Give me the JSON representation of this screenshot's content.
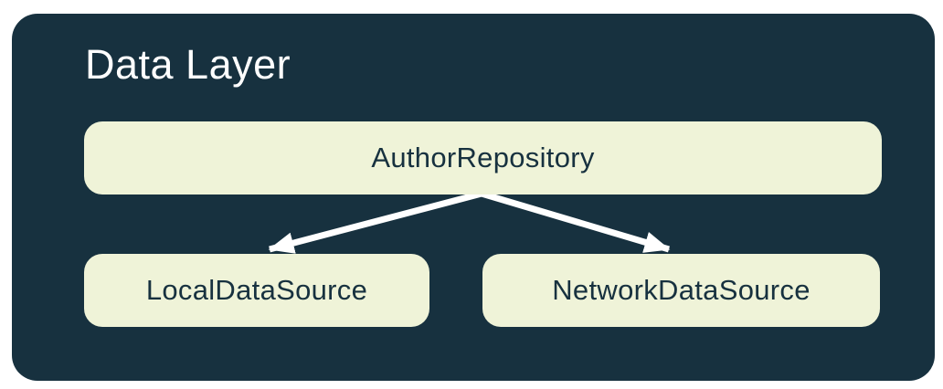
{
  "diagram": {
    "title": "Data Layer",
    "nodes": [
      {
        "id": "repository",
        "label": "AuthorRepository"
      },
      {
        "id": "local",
        "label": "LocalDataSource"
      },
      {
        "id": "network",
        "label": "NetworkDataSource"
      }
    ],
    "edges": [
      {
        "from": "repository",
        "to": "local"
      },
      {
        "from": "repository",
        "to": "network"
      }
    ]
  },
  "colors": {
    "container_background": "#17313F",
    "node_background": "#EFF3D8",
    "node_text": "#17313F",
    "title_text": "#FFFFFF",
    "arrow": "#FFFFFF",
    "page_background": "#FFFFFF"
  }
}
